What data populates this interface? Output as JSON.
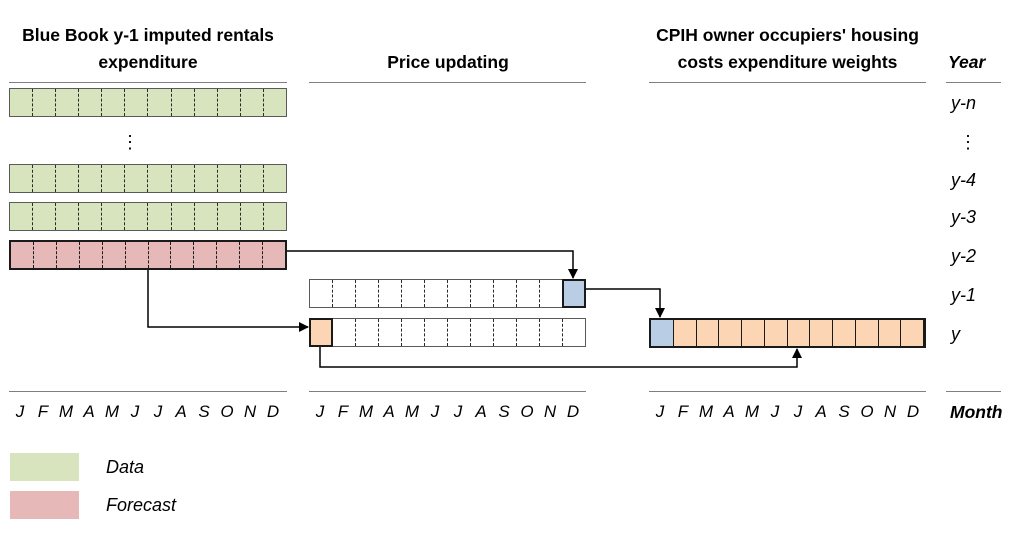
{
  "headings": {
    "blue_book_line1": "Blue Book y-1 imputed rentals",
    "blue_book_line2": "expenditure",
    "price_updating": "Price updating",
    "cpih_line1": "CPIH owner occupiers' housing",
    "cpih_line2": "costs expenditure weights",
    "year": "Year",
    "month": "Month"
  },
  "year_labels": [
    "y-n",
    "y-4",
    "y-3",
    "y-2",
    "y-1",
    "y"
  ],
  "ellipsis": "⋮",
  "months": [
    "J",
    "F",
    "M",
    "A",
    "M",
    "J",
    "J",
    "A",
    "S",
    "O",
    "N",
    "D"
  ],
  "legend": [
    {
      "label": "Data",
      "color": "#d7e4bd"
    },
    {
      "label": "Forecast",
      "color": "#e6b9b8"
    }
  ],
  "colors": {
    "data_green": "#d7e4bd",
    "forecast_red": "#e6b9b8",
    "blue_cell": "#b9cde5",
    "orange_cell": "#fcd5b5",
    "white": "#ffffff"
  }
}
